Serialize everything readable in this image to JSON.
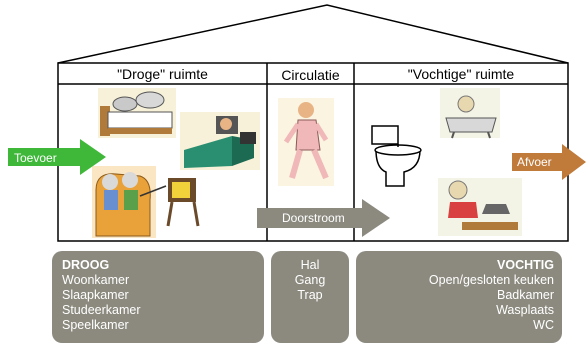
{
  "sections": {
    "dry": {
      "title": "\"Droge\" ruimte"
    },
    "circulation": {
      "title": "Circulatie"
    },
    "wet": {
      "title": "\"Vochtige\" ruimte"
    }
  },
  "arrows": {
    "supply": "Toevoer",
    "exhaust": "Afvoer",
    "throughflow": "Doorstroom"
  },
  "panels": {
    "dry": {
      "heading": "DROOG",
      "items": [
        "Woonkamer",
        "Slaapkamer",
        "Studeerkamer",
        "Speelkamer"
      ]
    },
    "circulation": {
      "items": [
        "Hal",
        "Gang",
        "Trap"
      ]
    },
    "wet": {
      "heading": "VOCHTIG",
      "items": [
        "Open/gesloten keuken",
        "Badkamer",
        "Wasplaats",
        "WC"
      ]
    }
  },
  "colors": {
    "supply_arrow": "#3fb83a",
    "exhaust_arrow": "#c07a3a",
    "throughflow_arrow": "#8c8a7f",
    "panel_fill": "#8c8a7f",
    "outline": "#000000"
  }
}
